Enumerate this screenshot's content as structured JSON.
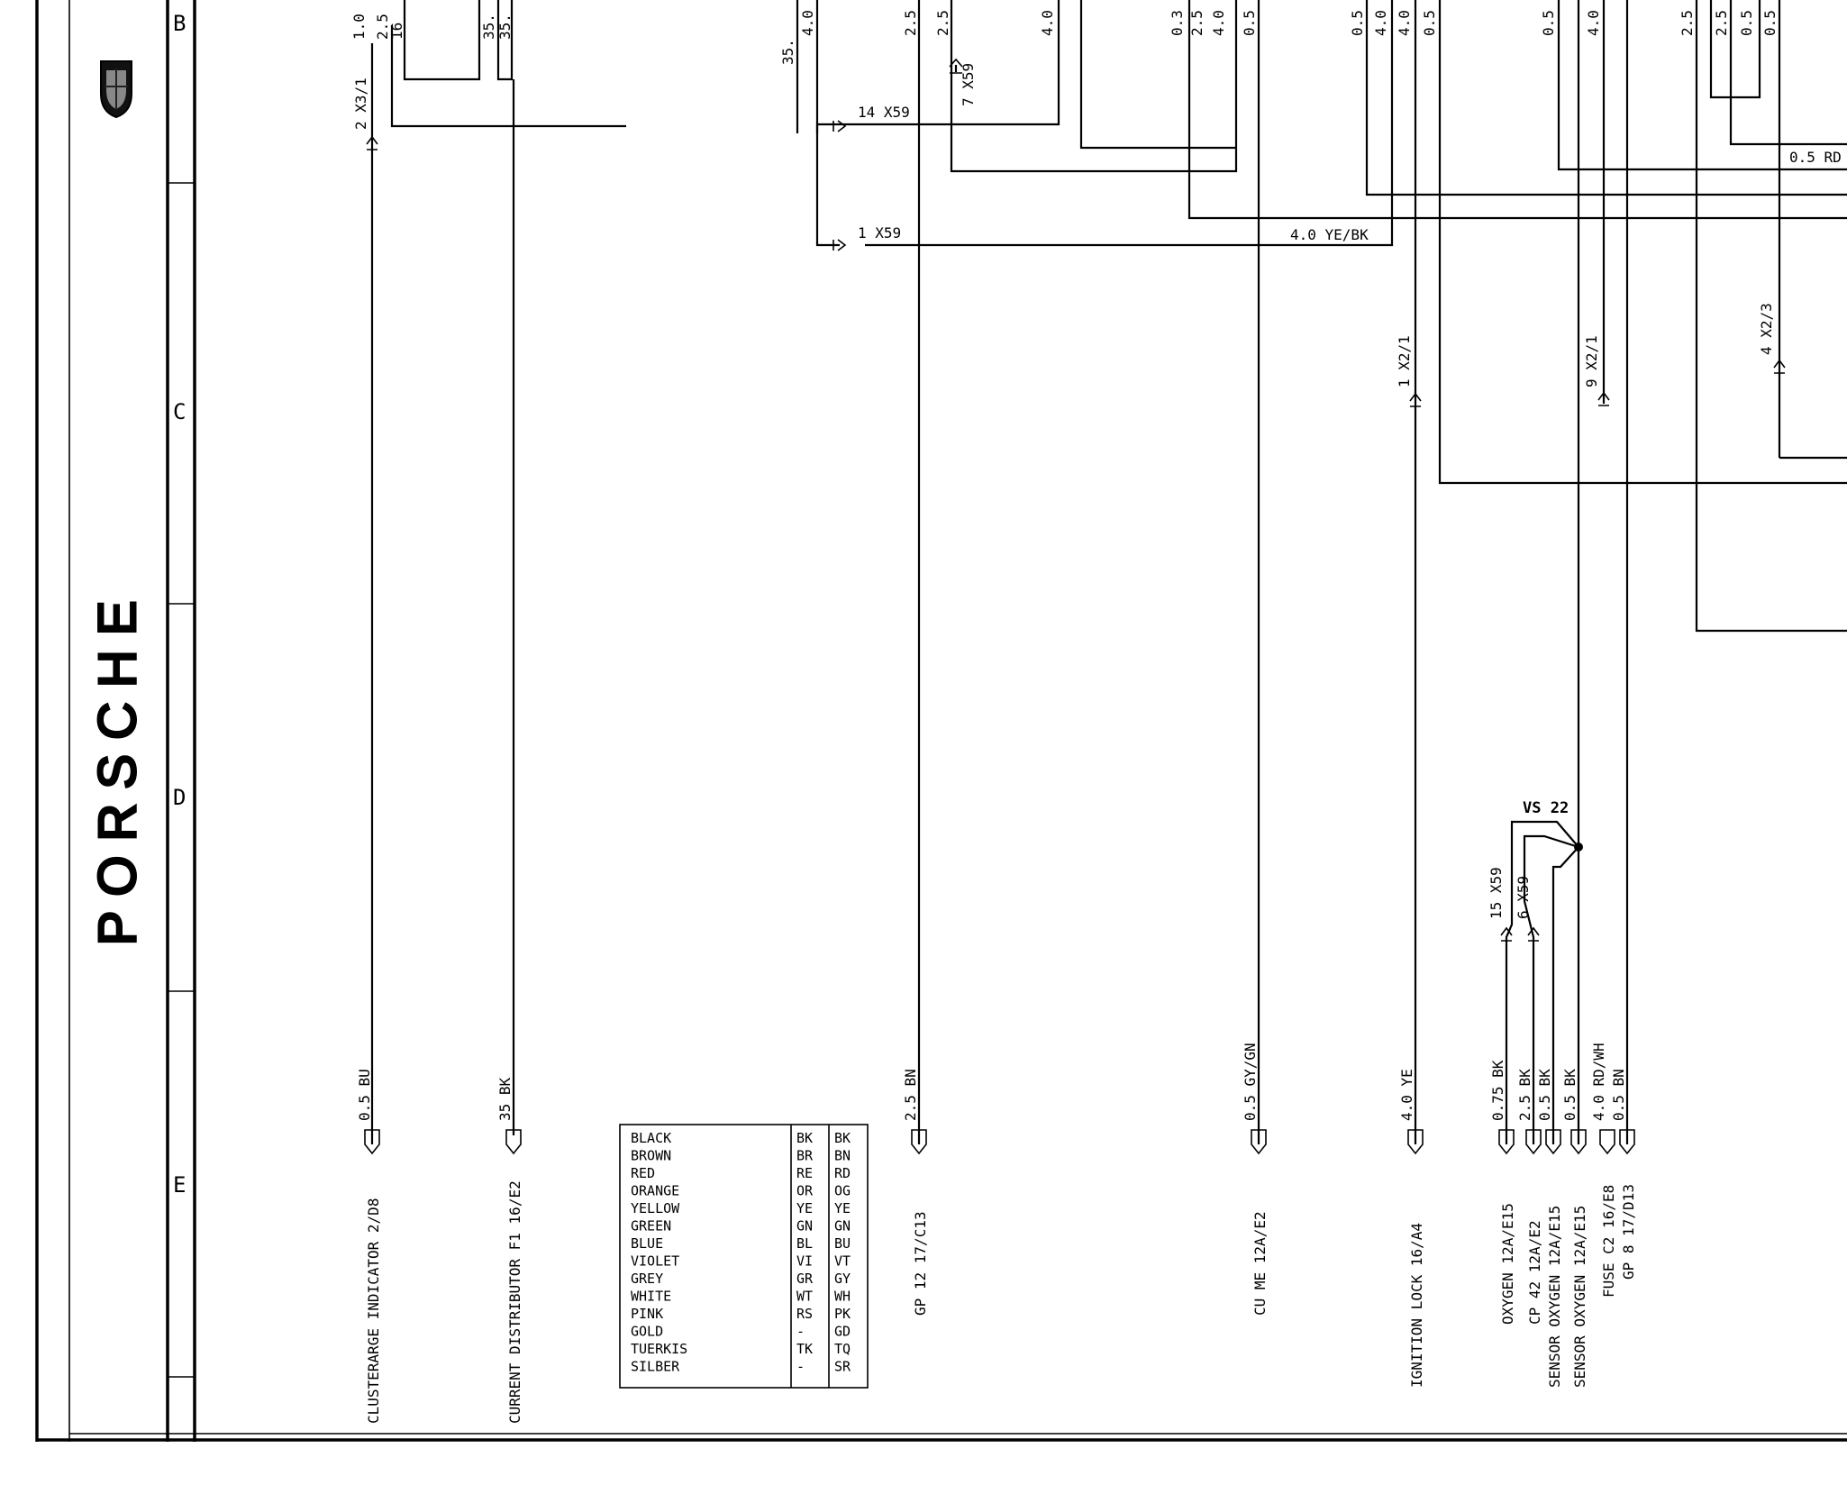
{
  "brand": {
    "name": "PORSCHE"
  },
  "grid_letters": [
    "B",
    "C",
    "D",
    "E"
  ],
  "top_wire_labels": [
    "1.0",
    "2.5",
    "16",
    "35.",
    "35.",
    "35.",
    "4.0",
    "2.5",
    "2.5",
    "4.0",
    "0.3",
    "2.5",
    "4.0",
    "0.5",
    "0.5",
    "4.0",
    "4.0",
    "0.5",
    "0.5",
    "4.0",
    "2.5",
    "2.5",
    "0.5",
    "0.5"
  ],
  "connectors": [
    "2 X3/1",
    "14 X59",
    "7 X59",
    "1 X59",
    "1 X2/1",
    "9 X2/1",
    "4 X2/3",
    "15 X59",
    "6 X59"
  ],
  "wire_callouts": [
    "0.5 RD",
    "4.0 YE/BK"
  ],
  "splice_label": "VS 22",
  "wire_colors_bottom": [
    "0.5 BU",
    "35 BK",
    "2.5 BN",
    "0.5 GY/GN",
    "4.0 YE",
    "0.75 BK",
    "2.5 BK",
    "0.5 BK",
    "0.5 BK",
    "4.0 RD/WH",
    "0.5 BN"
  ],
  "destinations": [
    "CLUSTERARGE INDICATOR 2/D8",
    "CURRENT DISTRIBUTOR F1 16/E2",
    "GP 12 17/C13",
    "CU ME 12A/E2",
    "IGNITION LOCK 16/A4",
    "OXYGEN 12A/E15",
    "CP 42 12A/E2",
    "SENSOR OXYGEN 12A/E15",
    "SENSOR OXYGEN 12A/E15",
    "FUSE C2 16/E8",
    "GP 8 17/D13"
  ],
  "legend": {
    "rows": [
      [
        "BLACK",
        "BK",
        "BK"
      ],
      [
        "BROWN",
        "BR",
        "BN"
      ],
      [
        "RED",
        "RE",
        "RD"
      ],
      [
        "ORANGE",
        "OR",
        "OG"
      ],
      [
        "YELLOW",
        "YE",
        "YE"
      ],
      [
        "GREEN",
        "GN",
        "GN"
      ],
      [
        "BLUE",
        "BL",
        "BU"
      ],
      [
        "VIOLET",
        "VI",
        "VT"
      ],
      [
        "GREY",
        "GR",
        "GY"
      ],
      [
        "WHITE",
        "WT",
        "WH"
      ],
      [
        "PINK",
        "RS",
        "PK"
      ],
      [
        "GOLD",
        "-",
        "GD"
      ],
      [
        "TUERKIS",
        "TK",
        "TQ"
      ],
      [
        "SILBER",
        "-",
        "SR"
      ]
    ]
  }
}
